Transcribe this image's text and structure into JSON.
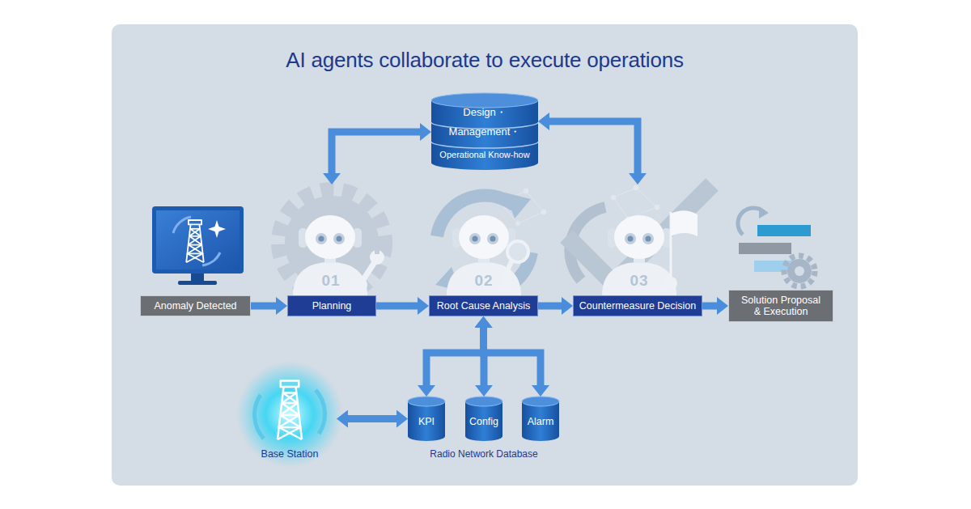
{
  "diagram": {
    "title": "AI agents collaborate to execute operations",
    "nodes": [
      {
        "text": [
          "Design・",
          "Management・",
          "Operational Know-how"
        ]
      },
      {
        "text": [
          "Anomaly Detected"
        ]
      },
      {
        "text": [
          "Planning"
        ]
      },
      {
        "text": [
          "Root Cause Analysis"
        ]
      },
      {
        "text": [
          "Countermeasure Decision"
        ]
      },
      {
        "text": [
          "Solution Proposal & Execution"
        ]
      },
      {
        "text": [
          "Base Station"
        ]
      },
      {
        "text": [
          "KPI"
        ]
      },
      {
        "text": [
          "Config"
        ]
      },
      {
        "text": [
          "Alarm"
        ]
      }
    ],
    "edges": [
      {
        "from": 1,
        "to": 2,
        "arrow": "to"
      },
      {
        "from": 2,
        "to": 3,
        "arrow": "to"
      },
      {
        "from": 3,
        "to": 4,
        "arrow": "to"
      },
      {
        "from": 4,
        "to": 5,
        "arrow": "to"
      },
      {
        "from": 0,
        "to": 2,
        "arrow": "both"
      },
      {
        "from": 0,
        "to": 4,
        "arrow": "both"
      },
      {
        "from": 3,
        "to": 7,
        "arrow": "both"
      },
      {
        "from": 3,
        "to": 8,
        "arrow": "both"
      },
      {
        "from": 3,
        "to": 9,
        "arrow": "both"
      },
      {
        "from": 6,
        "to": 7,
        "arrow": "both"
      }
    ],
    "labels": [
      "01",
      "02",
      "03",
      "Radio Network Database"
    ]
  }
}
